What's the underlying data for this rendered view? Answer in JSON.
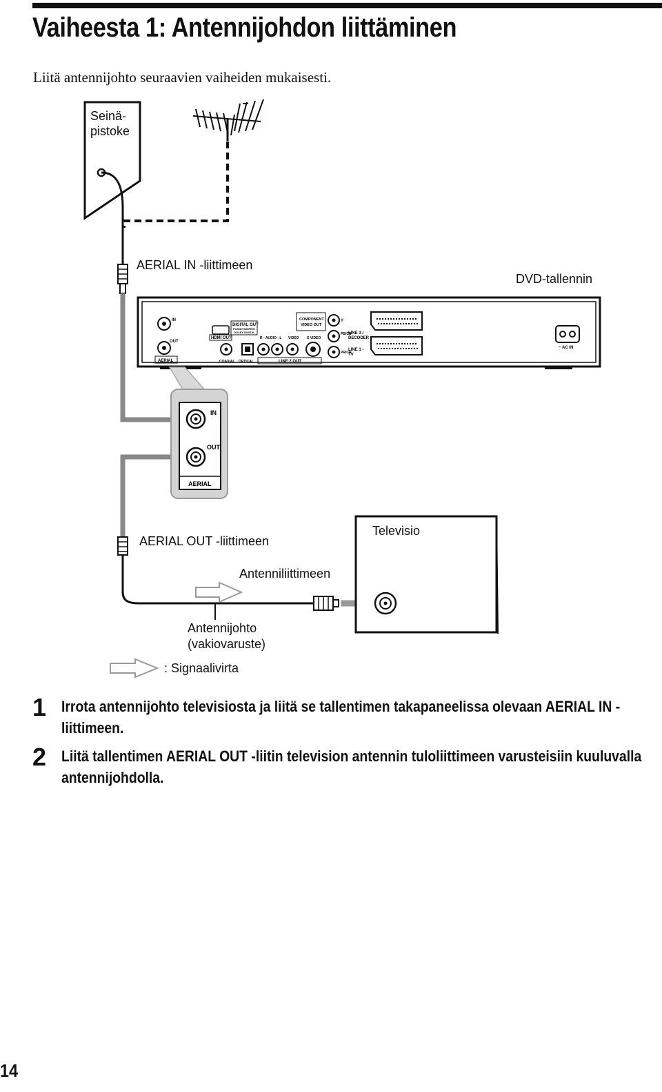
{
  "header": {
    "title": "Vaiheesta 1: Antennijohdon liittäminen",
    "intro": "Liitä antennijohto seuraavien vaiheiden mukaisesti."
  },
  "diagram": {
    "labels": {
      "wall_outlet_line1": "Seinä-",
      "wall_outlet_line2": "pistoke",
      "aerial_in_connector": "AERIAL IN -liittimeen",
      "dvd_recorder": "DVD-tallennin",
      "aerial_out_connector": "AERIAL OUT -liittimeen",
      "television": "Televisio",
      "antenna_input": "Antenniliittimeen",
      "antenna_cable_line1": "Antennijohto",
      "antenna_cable_line2": "(vakiovaruste)",
      "legend_signal": ": Signaalivirta"
    },
    "panel_labels": {
      "in": "IN",
      "out": "OUT",
      "aerial": "AERIAL",
      "hdmi_out": "HDMI OUT",
      "digital_out": "DIGITAL OUT",
      "digital_out_sub1": "PCM/DTS/MPEG/",
      "digital_out_sub2": "DOLBY DIGITAL",
      "coaxial": "COAXIAL",
      "optical": "OPTICAL",
      "audio": "R - AUDIO - L",
      "video": "VIDEO",
      "s_video": "S VIDEO",
      "line2_out": "LINE 2 OUT",
      "component_line1": "COMPONENT",
      "component_line2": "VIDEO OUT",
      "y": "Y",
      "pb_cb": "PB/CB",
      "pr_cr": "PR/CR",
      "line3_decoder_line1": "LINE 3 /",
      "line3_decoder_line2": "DECODER",
      "line1_tv_line1": "LINE 1 -",
      "line1_tv_line2": "TV",
      "ac_in": "~ AC IN"
    }
  },
  "steps": [
    {
      "number": "1",
      "text": "Irrota antennijohto televisiosta ja liitä se tallentimen takapaneelissa olevaan AERIAL IN -liittimeen."
    },
    {
      "number": "2",
      "text": "Liitä tallentimen AERIAL OUT -liitin television antennin tuloliittimeen varusteisiin kuuluvalla antennijohdolla."
    }
  ],
  "footer": {
    "page_number": "14"
  }
}
